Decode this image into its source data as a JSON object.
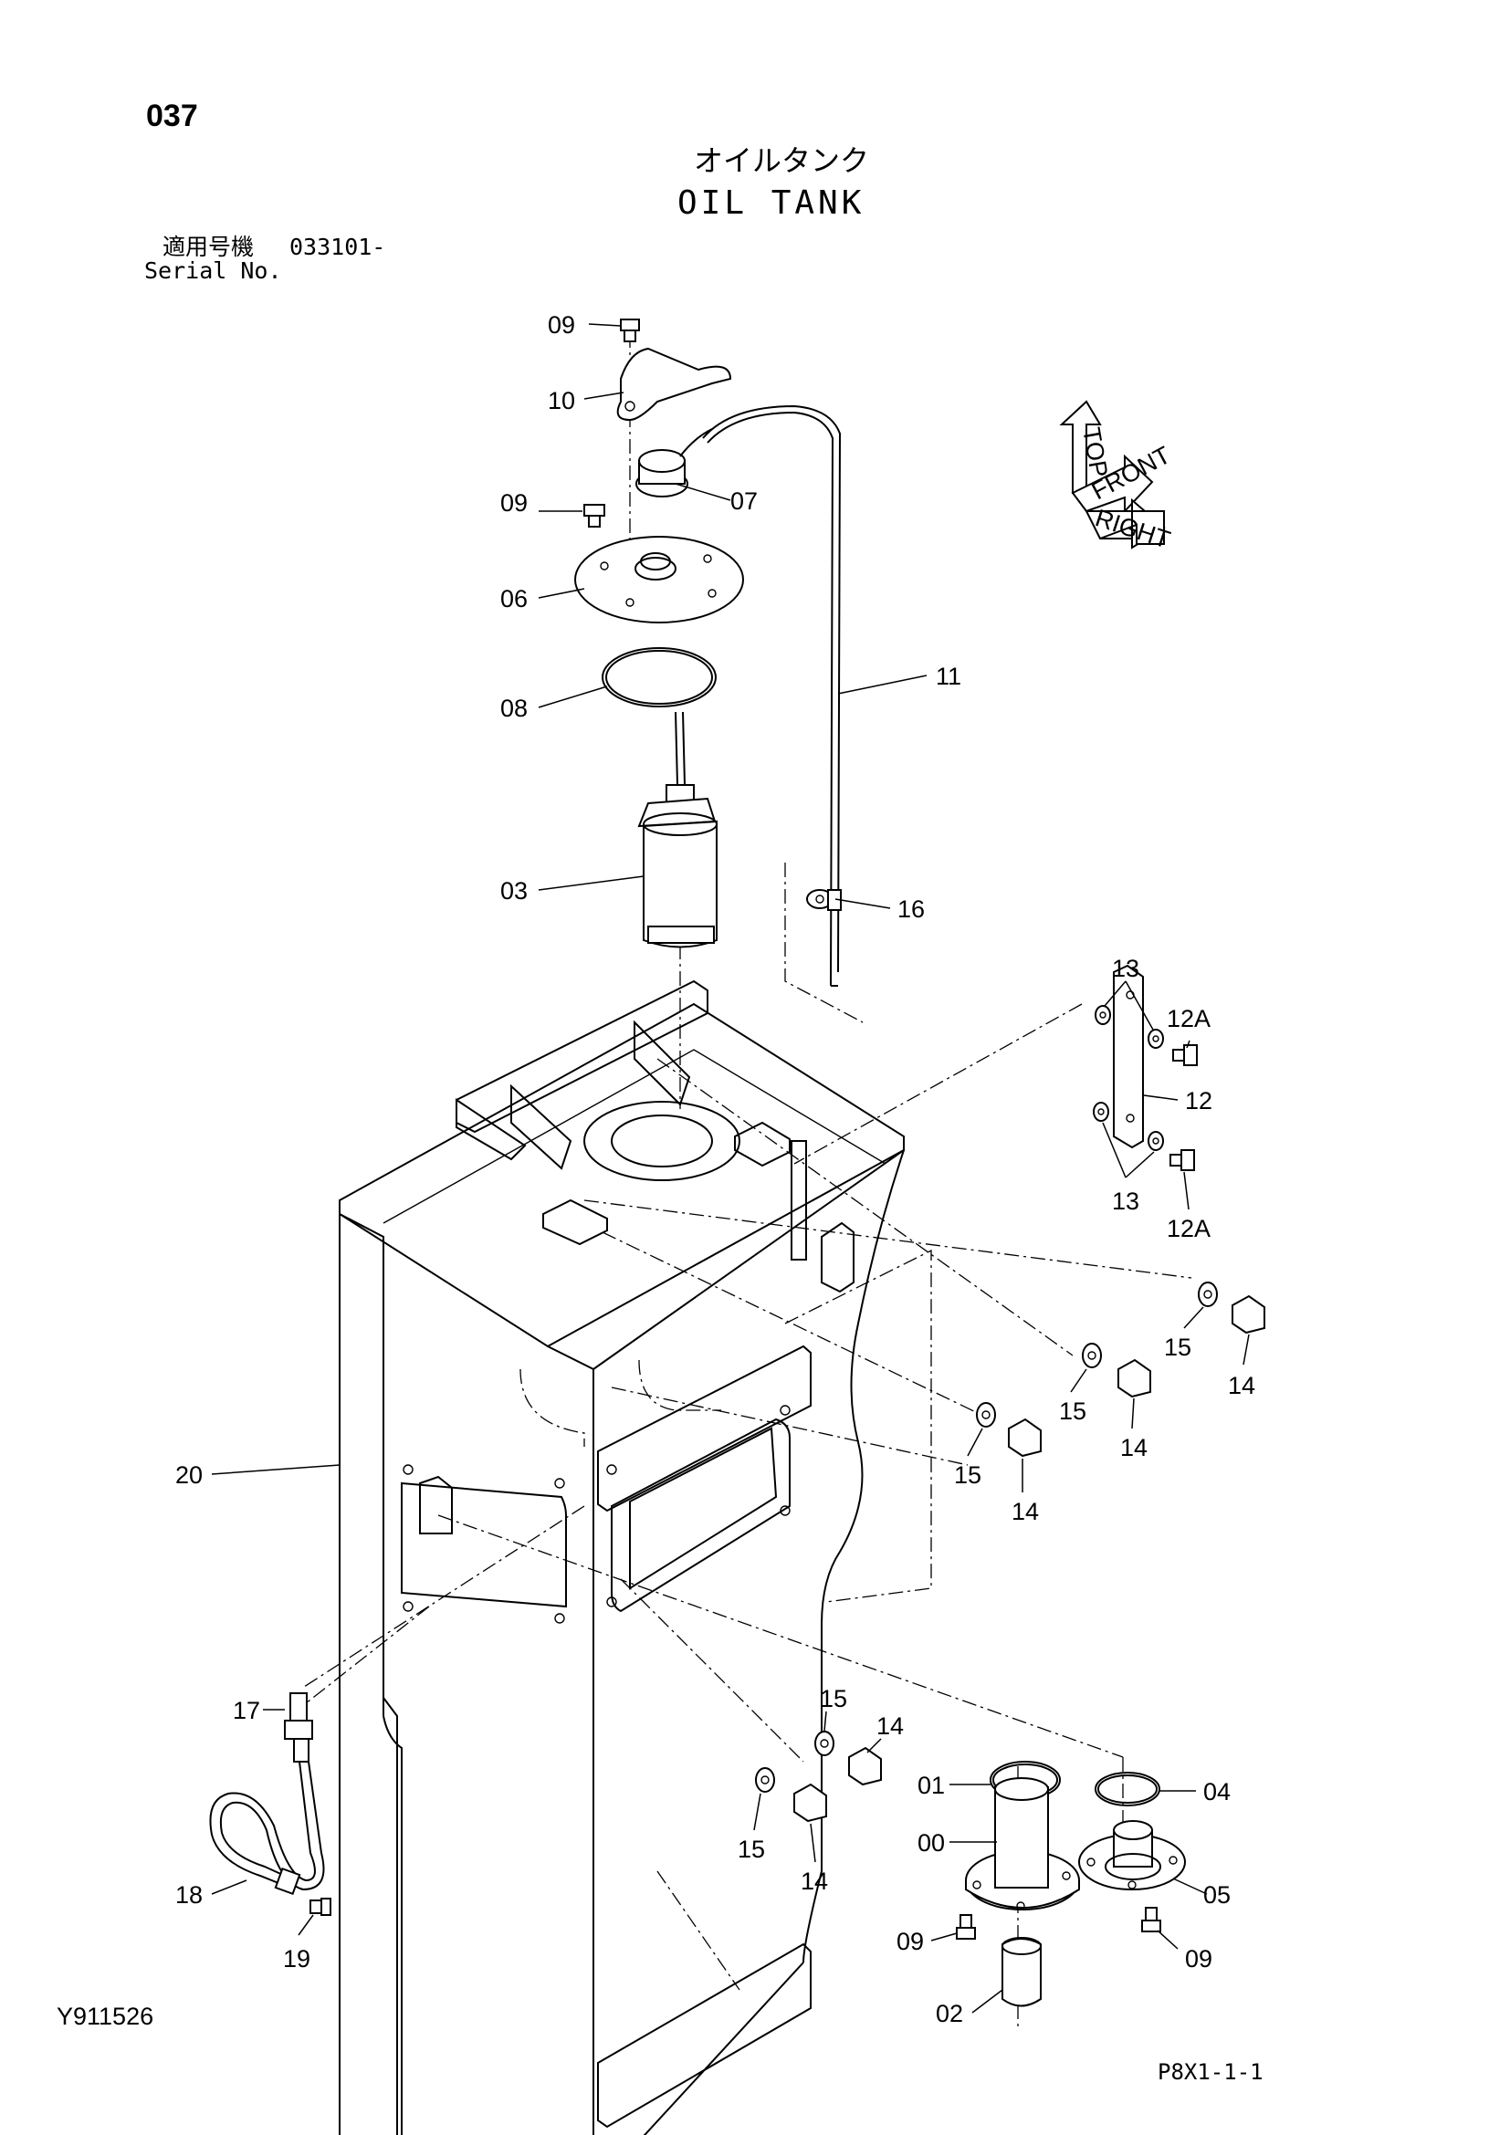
{
  "header": {
    "page_number": "037",
    "title_jp": "オイルタンク",
    "title": "OIL TANK",
    "serial_label_jp": "適用号機",
    "serial_value": "033101-",
    "serial_label_en": "Serial No."
  },
  "footer": {
    "drawing_id": "Y911526",
    "page_code": "P8X1-1-1"
  },
  "orientation_icon": {
    "labels": [
      "TOP",
      "FRONT",
      "RIGHT"
    ]
  },
  "callouts": {
    "c09_cap_bolt": "09",
    "c10": "10",
    "c07": "07",
    "c09_flange_bolt": "09",
    "c06": "06",
    "c08": "08",
    "c11": "11",
    "c03": "03",
    "c16": "16",
    "c13_top": "13",
    "c12A_top": "12A",
    "c12": "12",
    "c13_bottom": "13",
    "c12A_bottom": "12A",
    "c15_a": "15",
    "c14_a": "14",
    "c15_b": "15",
    "c14_b": "14",
    "c15_c": "15",
    "c14_c": "14",
    "c20": "20",
    "c17": "17",
    "c15_d": "15",
    "c14_d": "14",
    "c15_e": "15",
    "c14_e": "14",
    "c01": "01",
    "c04": "04",
    "c00": "00",
    "c05": "05",
    "c18": "18",
    "c19": "19",
    "c09_left": "09",
    "c09_right": "09",
    "c02": "02"
  }
}
